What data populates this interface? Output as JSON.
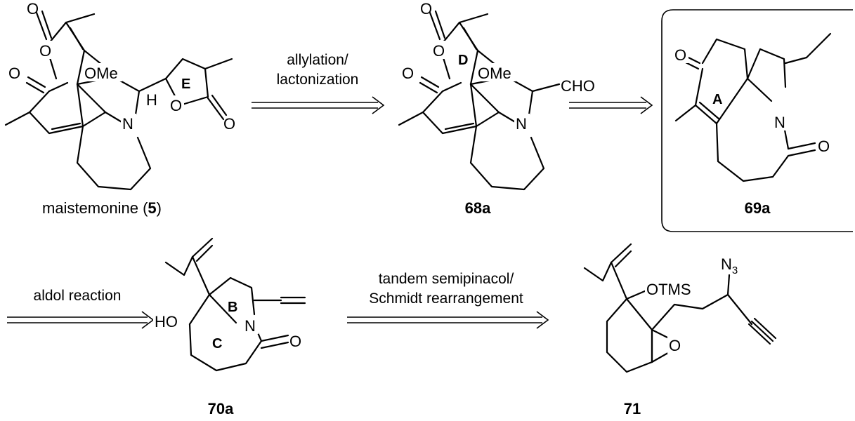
{
  "compounds": {
    "c5": {
      "name": "maistemonine",
      "num": "5"
    },
    "c68a": {
      "label": "68a"
    },
    "c69a": {
      "label": "69a"
    },
    "c70a": {
      "label": "70a"
    },
    "c71": {
      "label": "71"
    }
  },
  "arrows": {
    "a1": {
      "line1": "allylation/",
      "line2": "lactonization"
    },
    "a3": {
      "line1": "aldol reaction"
    },
    "a4": {
      "line1": "tandem semipinacol/",
      "line2": "Schmidt rearrangement"
    }
  },
  "atoms": {
    "O": "O",
    "N": "N",
    "H": "H",
    "OMe": "OMe",
    "CHO": "CHO",
    "OTMS": "OTMS",
    "HO": "HO",
    "N3": "N",
    "N3_sub": "3"
  },
  "rings": {
    "A": "A",
    "B": "B",
    "C": "C",
    "D": "D",
    "E": "E"
  }
}
